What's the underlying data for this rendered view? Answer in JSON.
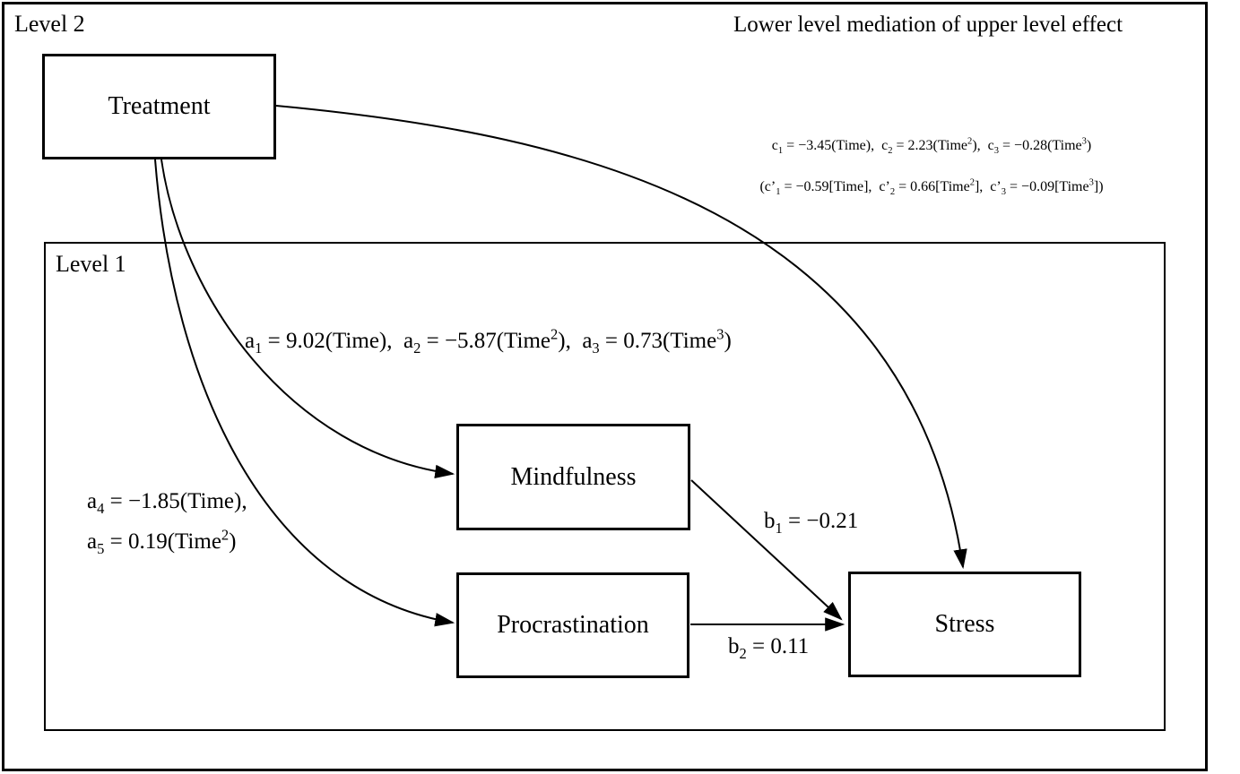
{
  "labels": {
    "level2": "Level 2",
    "level1": "Level 1",
    "title": "Lower level mediation of upper level effect"
  },
  "nodes": {
    "treatment": "Treatment",
    "mindfulness": "Mindfulness",
    "procrastination": "Procrastination",
    "stress": "Stress"
  },
  "equations": {
    "c_total": [
      {
        "t": "c"
      },
      {
        "t": "1",
        "s": "sub"
      },
      {
        "t": " = −3.45(Time),  c"
      },
      {
        "t": "2",
        "s": "sub"
      },
      {
        "t": " = 2.23(Time"
      },
      {
        "t": "2",
        "s": "sup"
      },
      {
        "t": "),  c"
      },
      {
        "t": "3",
        "s": "sub"
      },
      {
        "t": " = −0.28(Time"
      },
      {
        "t": "3",
        "s": "sup"
      },
      {
        "t": ")"
      }
    ],
    "c_direct": [
      {
        "t": "(c’"
      },
      {
        "t": "1",
        "s": "sub"
      },
      {
        "t": " = −0.59[Time],  c’"
      },
      {
        "t": "2",
        "s": "sub"
      },
      {
        "t": " = 0.66[Time"
      },
      {
        "t": "2",
        "s": "sup"
      },
      {
        "t": "],  c’"
      },
      {
        "t": "3",
        "s": "sub"
      },
      {
        "t": " = −0.09[Time"
      },
      {
        "t": "3",
        "s": "sup"
      },
      {
        "t": "])"
      }
    ],
    "a_mindfulness": [
      {
        "t": "a"
      },
      {
        "t": "1",
        "s": "sub"
      },
      {
        "t": " = 9.02(Time),  a"
      },
      {
        "t": "2",
        "s": "sub"
      },
      {
        "t": " = −5.87(Time"
      },
      {
        "t": "2",
        "s": "sup"
      },
      {
        "t": "),  a"
      },
      {
        "t": "3",
        "s": "sub"
      },
      {
        "t": " = 0.73(Time"
      },
      {
        "t": "3",
        "s": "sup"
      },
      {
        "t": ")"
      }
    ],
    "a_procrastination_line1": [
      {
        "t": "a"
      },
      {
        "t": "4",
        "s": "sub"
      },
      {
        "t": " = −1.85(Time),"
      }
    ],
    "a_procrastination_line2": [
      {
        "t": "a"
      },
      {
        "t": "5",
        "s": "sub"
      },
      {
        "t": " = 0.19(Time"
      },
      {
        "t": "2",
        "s": "sup"
      },
      {
        "t": ")"
      }
    ],
    "b_mindfulness": [
      {
        "t": "b"
      },
      {
        "t": "1",
        "s": "sub"
      },
      {
        "t": " = −0.21"
      }
    ],
    "b_procrastination": [
      {
        "t": "b"
      },
      {
        "t": "2",
        "s": "sub"
      },
      {
        "t": " = 0.11"
      }
    ]
  },
  "colors": {
    "line": "#000000",
    "text": "#000000",
    "background": "#ffffff"
  }
}
